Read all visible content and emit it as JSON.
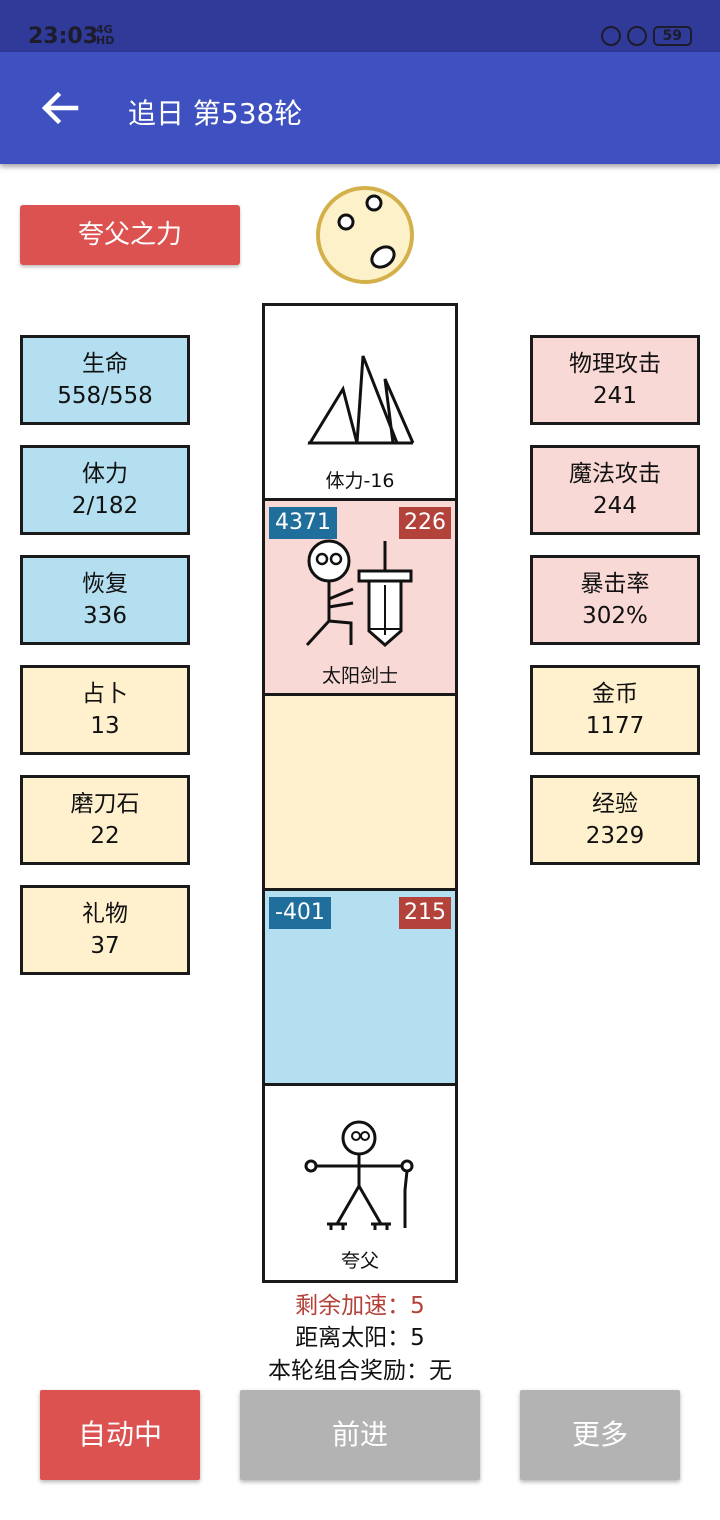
{
  "status_bar": {
    "time": "23:03",
    "network": "4G",
    "network_hd": "HD",
    "battery": "59"
  },
  "appbar": {
    "title": "追日 第538轮",
    "back_icon": "arrow-left-icon"
  },
  "power_button": {
    "label": "夸父之力"
  },
  "left_stats": [
    {
      "name": "生命",
      "value": "558/558"
    },
    {
      "name": "体力",
      "value": "2/182"
    },
    {
      "name": "恢复",
      "value": "336"
    },
    {
      "name": "占卜",
      "value": "13"
    },
    {
      "name": "磨刀石",
      "value": "22"
    },
    {
      "name": "礼物",
      "value": "37"
    }
  ],
  "right_stats": [
    {
      "name": "物理攻击",
      "value": "241"
    },
    {
      "name": "魔法攻击",
      "value": "244"
    },
    {
      "name": "暴击率",
      "value": "302%"
    },
    {
      "name": "金币",
      "value": "1177"
    },
    {
      "name": "经验",
      "value": "2329"
    }
  ],
  "board": {
    "cells": [
      {
        "type": "mountain",
        "label": "体力-16",
        "icon": "mountain-icon"
      },
      {
        "type": "enemy",
        "label": "太阳剑士",
        "hp": "4371",
        "atk": "226",
        "icon": "sun-swordsman-icon",
        "bg": "#f9d9d6"
      },
      {
        "type": "empty",
        "bg": "#fff1cd"
      },
      {
        "type": "block",
        "hp": "-401",
        "atk": "215",
        "bg": "#b3dff0"
      },
      {
        "type": "player",
        "label": "夸父",
        "icon": "kuafu-stickman-icon"
      }
    ]
  },
  "info": {
    "boost": "剩余加速：5",
    "distance": "距离太阳：5",
    "combo": "本轮组合奖励：无"
  },
  "buttons": {
    "auto": "自动中",
    "forward": "前进",
    "more": "更多"
  },
  "colors": {
    "appbar": "#3f51c1",
    "statusbar": "#2f3a99",
    "accent_red": "#dc5250",
    "stat_blue": "#b3dff0",
    "stat_yellow": "#fff1cd",
    "stat_pink": "#f9d9d6",
    "badge_blue": "#1f6e9c",
    "badge_red": "#b3423a",
    "boost_text": "#b3423a",
    "disabled_button": "#b3b3b3"
  }
}
